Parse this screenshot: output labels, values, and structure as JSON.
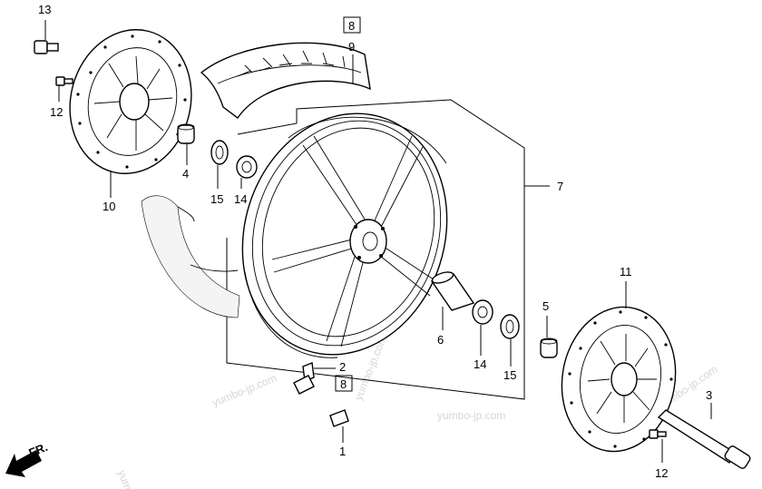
{
  "labels": {
    "l13": "13",
    "l12a": "12",
    "l10": "10",
    "l4": "4",
    "l15a": "15",
    "l14a": "14",
    "box8a": "8",
    "l9": "9",
    "l7": "7",
    "l11": "11",
    "l5": "5",
    "l6": "6",
    "l14b": "14",
    "l15b": "15",
    "l2": "2",
    "box8b": "8",
    "l1": "1",
    "l3": "3",
    "l12b": "12"
  },
  "direction": {
    "text": "FR."
  },
  "watermarks": {
    "w1": "yumbo-jp.com",
    "w2": "yumbo-jp.com",
    "w3": "yumbo-jp.com",
    "w4": "yumbo-jp.com",
    "w5": "yum"
  }
}
